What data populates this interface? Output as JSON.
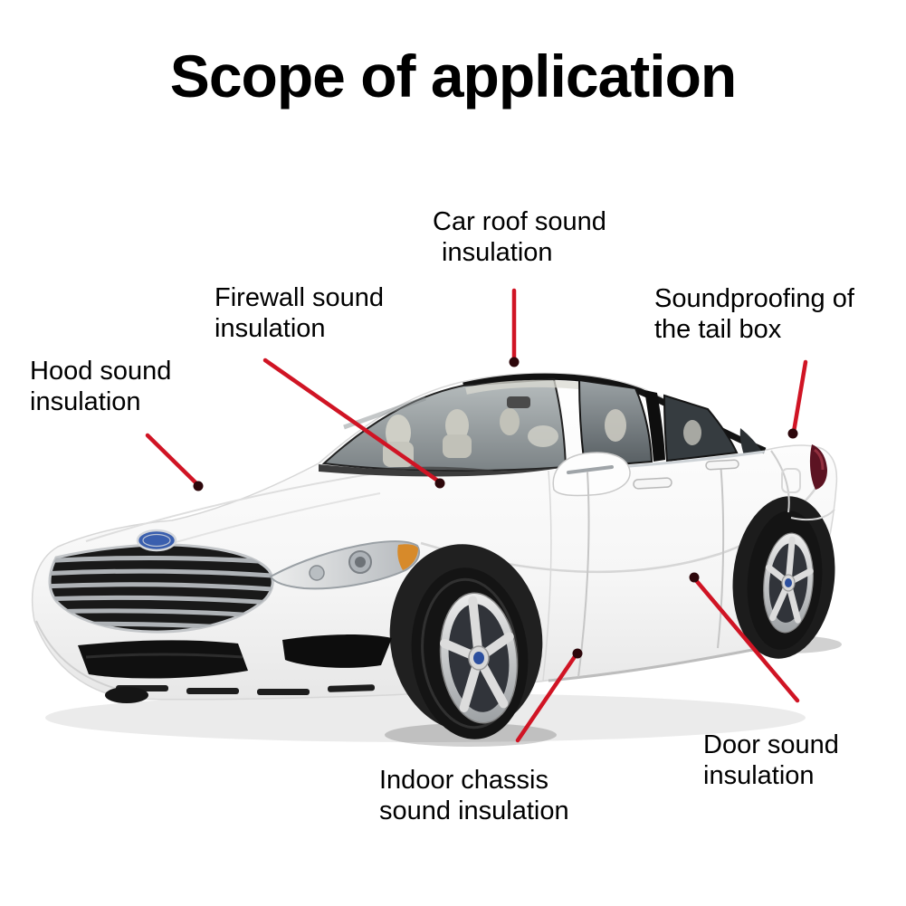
{
  "title": "Scope of application",
  "labels": {
    "car_roof": {
      "line1": "Car roof sound",
      "line2": "insulation"
    },
    "firewall": {
      "line1": "Firewall sound",
      "line2": "insulation"
    },
    "tail_box": {
      "line1": "Soundproofing of",
      "line2": "the tail box"
    },
    "hood": {
      "line1": "Hood sound",
      "line2": "insulation"
    },
    "indoor_chassis": {
      "line1": "Indoor chassis",
      "line2": "sound insulation"
    },
    "door": {
      "line1": "Door sound",
      "line2": "insulation"
    }
  },
  "colors": {
    "background": "#ffffff",
    "text": "#000000",
    "leader_line": "#d01424",
    "marker_dot": "#2d070b",
    "car_body": "#f9f9f9"
  },
  "illustration": {
    "name": "white-sedan-front-three-quarter-view"
  }
}
